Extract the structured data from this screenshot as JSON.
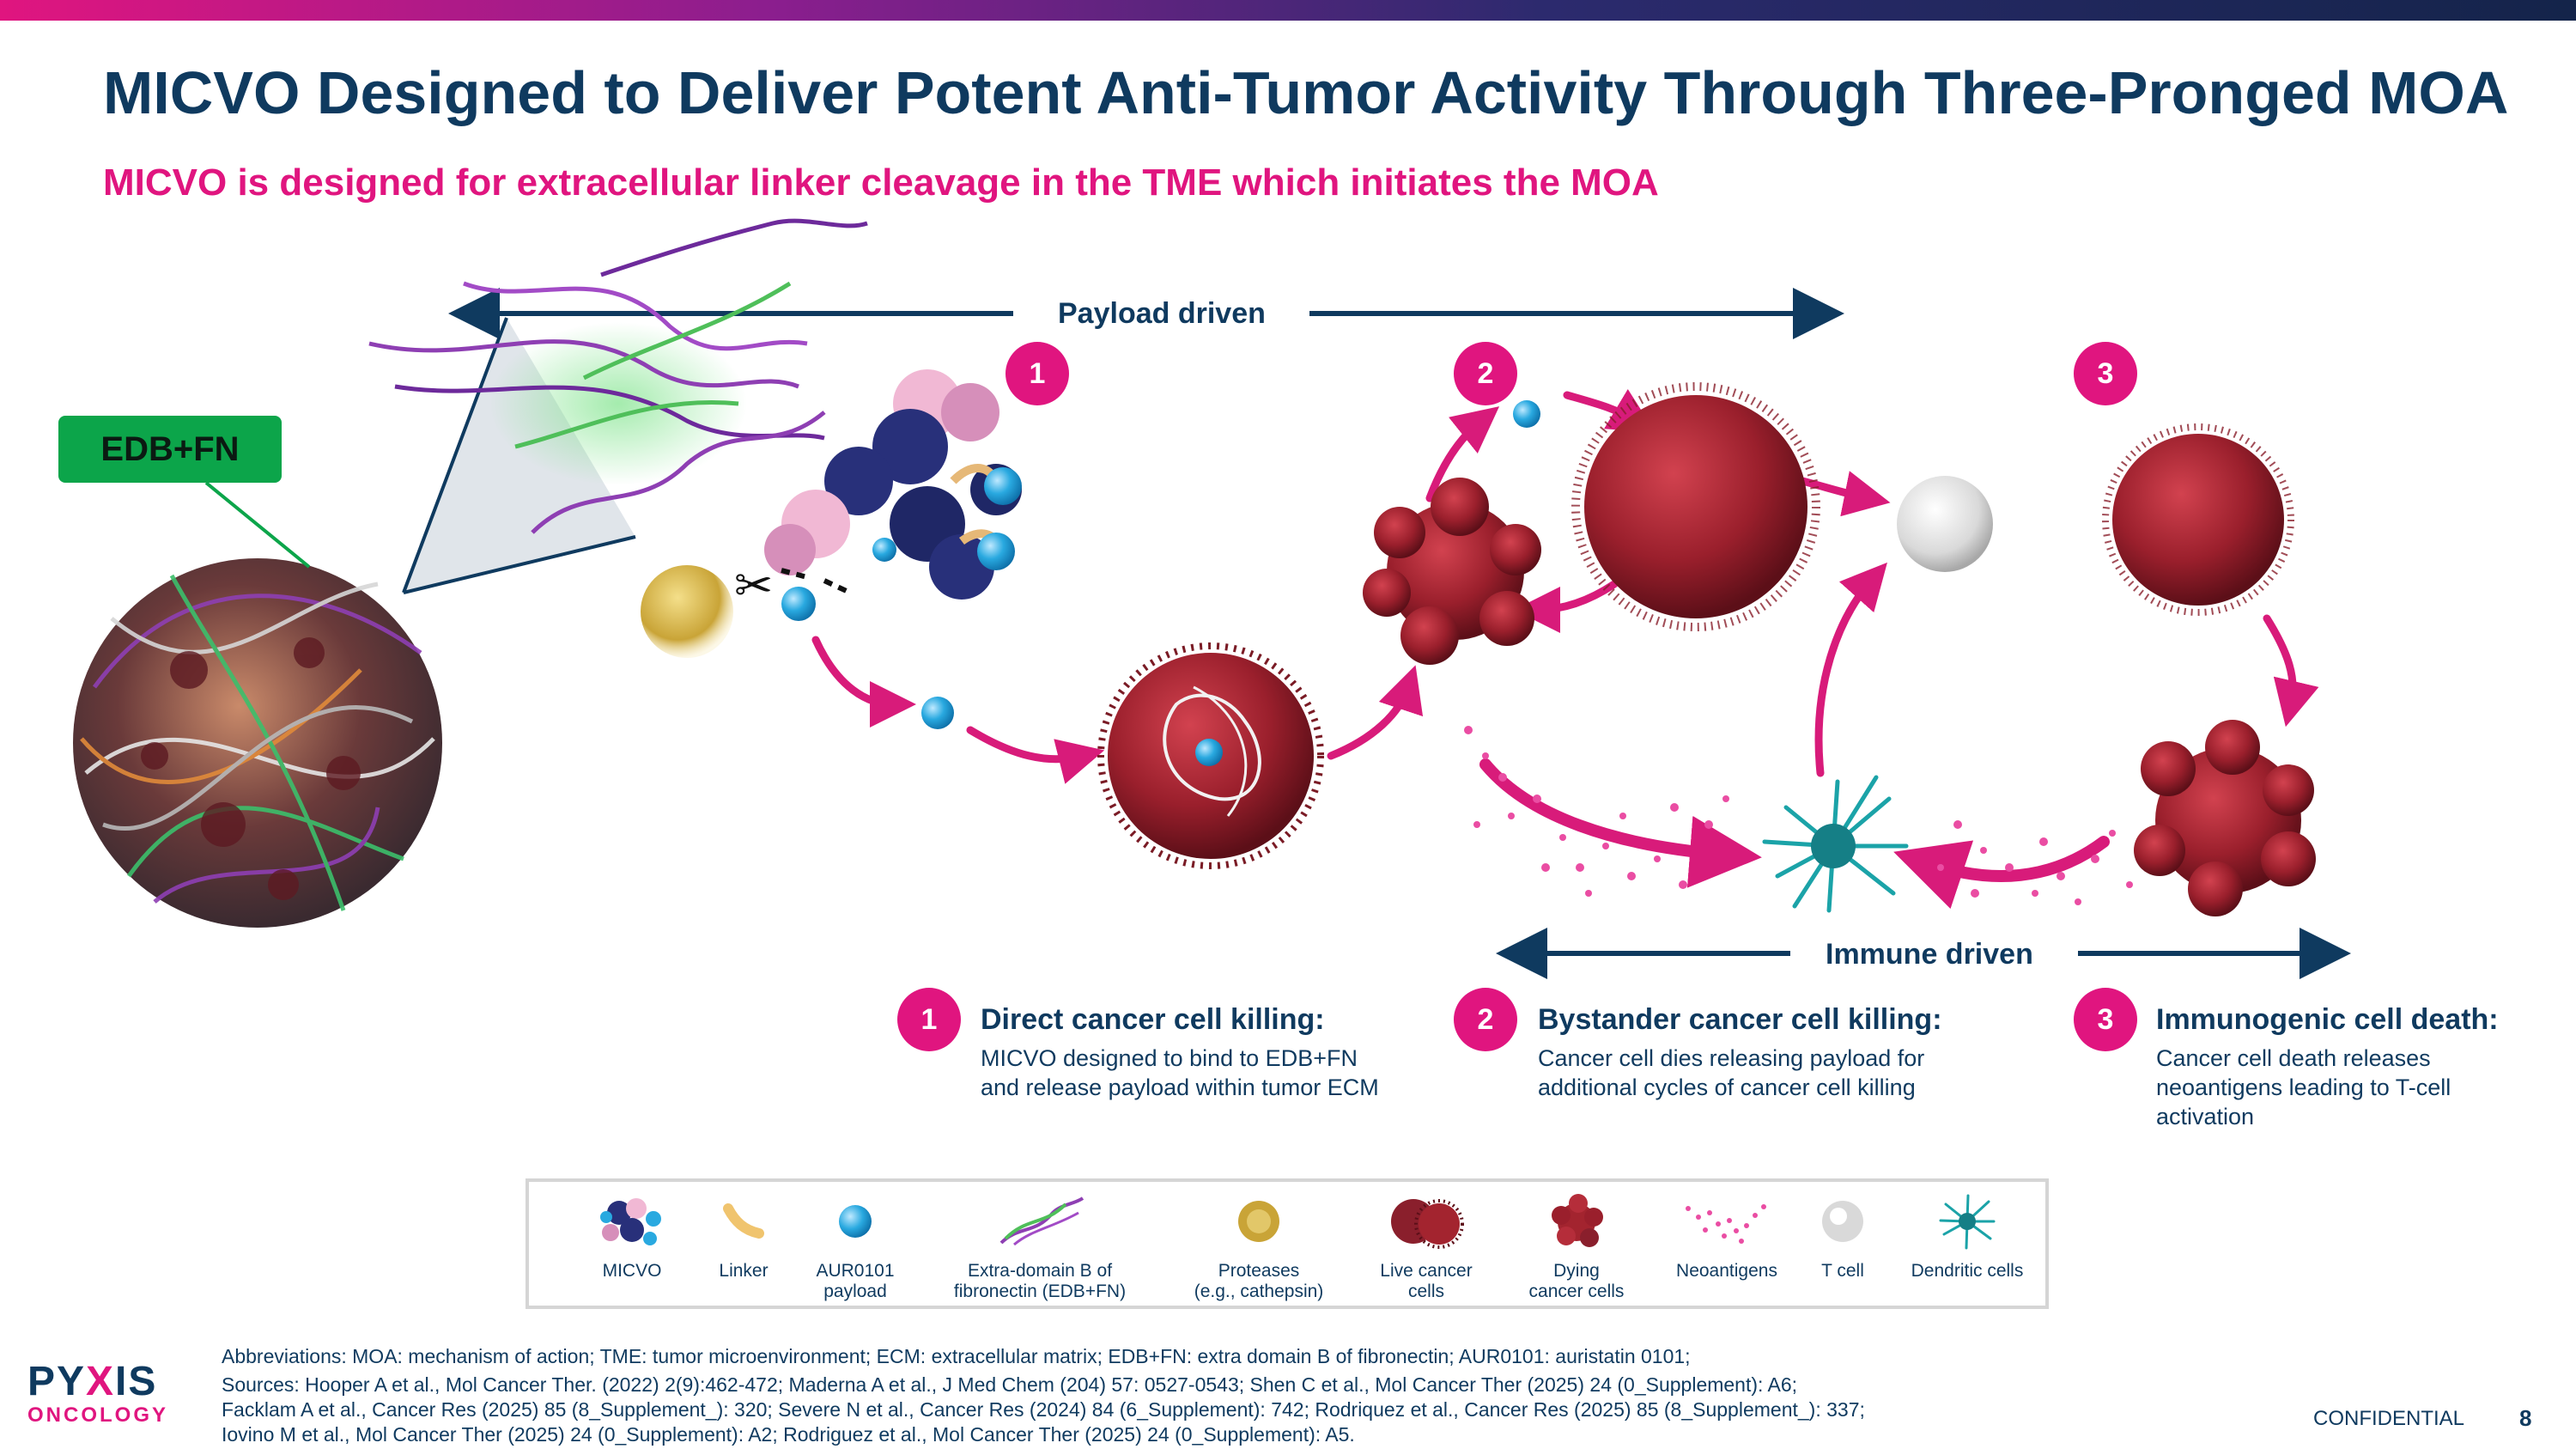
{
  "title": "MICVO Designed to Deliver Potent Anti-Tumor Activity Through Three-Pronged MOA",
  "subtitle": "MICVO is designed for extracellular linker cleavage in the TME which initiates the MOA",
  "flow": {
    "payload_driven": "Payload driven",
    "immune_driven": "Immune driven"
  },
  "callout": {
    "edb_fn": "EDB+FN"
  },
  "badges": [
    "1",
    "2",
    "3"
  ],
  "steps": [
    {
      "num": "1",
      "title": "Direct cancer cell killing:",
      "desc": "MICVO designed to bind to EDB+FN and release payload within tumor ECM"
    },
    {
      "num": "2",
      "title": "Bystander cancer cell killing:",
      "desc": "Cancer cell dies releasing payload for additional cycles of cancer cell killing"
    },
    {
      "num": "3",
      "title": "Immunogenic cell death:",
      "desc": "Cancer cell death releases neoantigens leading to T-cell activation"
    }
  ],
  "legend": [
    {
      "icon": "micvo-icon",
      "label": "MICVO"
    },
    {
      "icon": "linker-icon",
      "label": "Linker"
    },
    {
      "icon": "payload-icon",
      "label": "AUR0101\npayload"
    },
    {
      "icon": "fibronectin-icon",
      "label": "Extra-domain B of\nfibronectin (EDB+FN)"
    },
    {
      "icon": "protease-icon",
      "label": "Proteases\n(e.g., cathepsin)"
    },
    {
      "icon": "live-cell-icon",
      "label": "Live cancer\ncells"
    },
    {
      "icon": "dying-cell-icon",
      "label": "Dying\ncancer cells"
    },
    {
      "icon": "neoantigen-icon",
      "label": "Neoantigens"
    },
    {
      "icon": "t-cell-icon",
      "label": "T cell"
    },
    {
      "icon": "dendritic-cell-icon",
      "label": "Dendritic cells"
    }
  ],
  "abbreviations": "Abbreviations: MOA: mechanism of action; TME: tumor microenvironment; ECM: extracellular matrix; EDB+FN: extra domain B of fibronectin; AUR0101: auristatin 0101;",
  "sources": [
    "Sources: Hooper A et al., Mol Cancer Ther. (2022) 2(9):462-472; Maderna A et al., J Med Chem (204) 57: 0527-0543; Shen C  et al., Mol Cancer Ther (2025) 24 (0_Supplement): A6;",
    "Facklam A et al., Cancer Res (2025) 85 (8_Supplement_): 320; Severe N et al., Cancer Res (2024) 84 (6_Supplement): 742; Rodriquez et al., Cancer Res (2025) 85 (8_Supplement_): 337;",
    "Iovino M et al., Mol Cancer Ther (2025) 24 (0_Supplement): A2; Rodriguez et al., Mol Cancer Ther (2025) 24 (0_Supplement): A5."
  ],
  "logo": {
    "word_a": "PY",
    "word_b": "X",
    "word_c": "IS",
    "sub": "ONCOLOGY"
  },
  "footer": {
    "confidential": "CONFIDENTIAL",
    "page": "8"
  },
  "colors": {
    "navy": "#0f3a5f",
    "magenta": "#e0157f",
    "green": "#0ca54a",
    "cyan": "#29a9e0",
    "tumor_red": "#a3242f"
  }
}
